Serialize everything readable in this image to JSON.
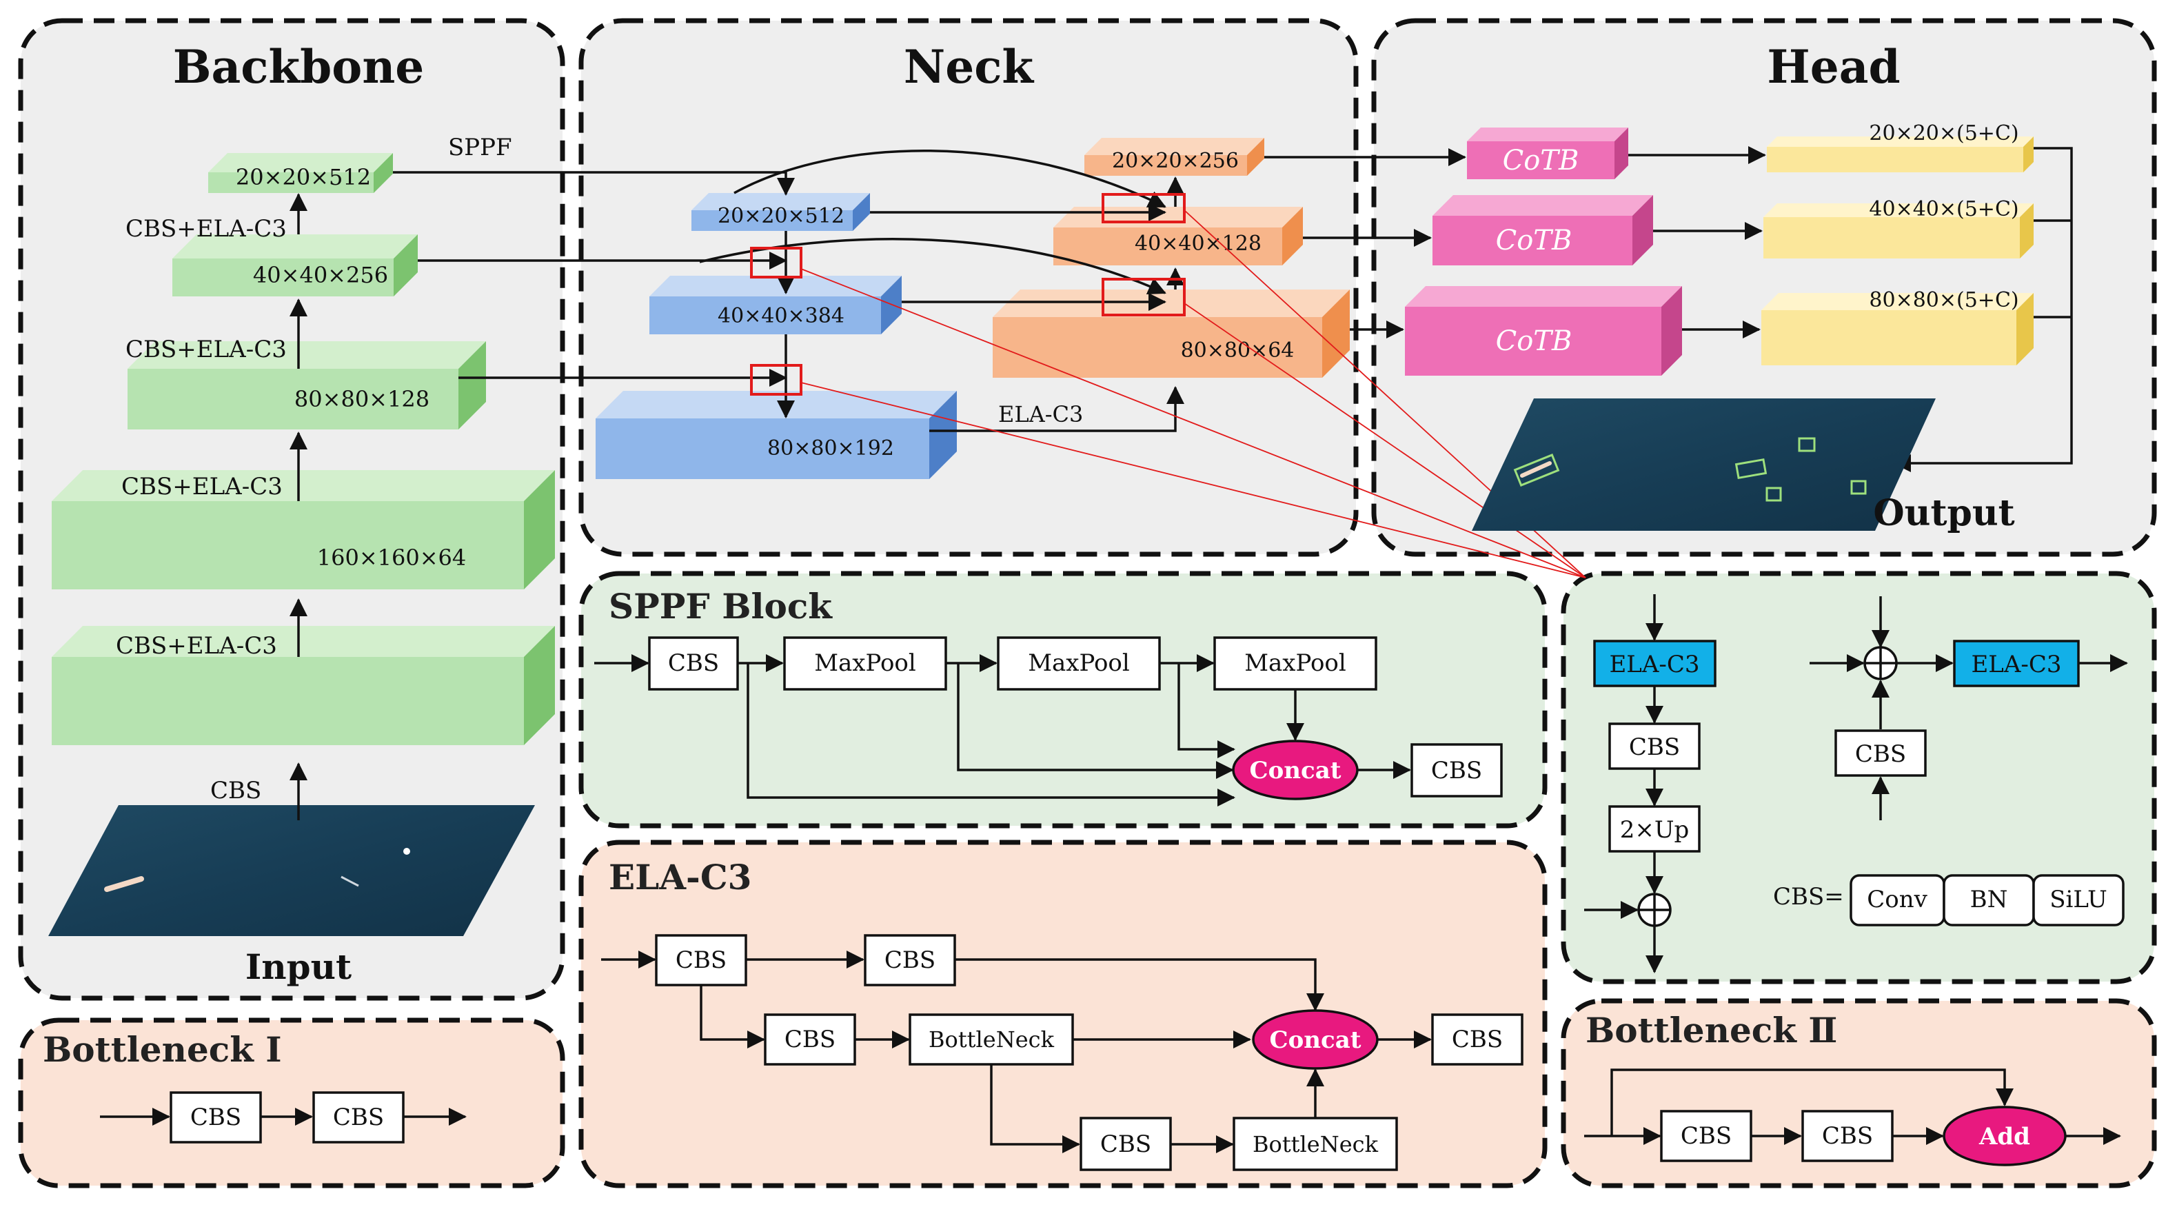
{
  "sections": {
    "backbone": "Backbone",
    "neck": "Neck",
    "head": "Head",
    "sppf_block": "SPPF Block",
    "ela_c3": "ELA-C3",
    "bottleneck_1": "Bottleneck Ⅰ",
    "bottleneck_2": "Bottleneck Ⅱ"
  },
  "backbone": {
    "layers": [
      "20×20×512",
      "40×40×256",
      "80×80×128",
      "160×160×64"
    ],
    "ops": [
      "SPPF",
      "CBS+ELA-C3",
      "CBS+ELA-C3",
      "CBS+ELA-C3",
      "CBS+ELA-C3",
      "CBS"
    ],
    "input_label": "Input"
  },
  "neck": {
    "blue_layers": [
      "20×20×512",
      "40×40×384",
      "80×80×192"
    ],
    "orange_layers": [
      "20×20×256",
      "40×40×128",
      "80×80×64"
    ],
    "ela_label": "ELA-C3"
  },
  "head": {
    "cotb": [
      "CoTB",
      "CoTB",
      "CoTB"
    ],
    "outputs": [
      "20×20×(5+C)",
      "40×40×(5+C)",
      "80×80×(5+C)"
    ],
    "output_label": "Output"
  },
  "sppf": {
    "cbs": "CBS",
    "maxpool": [
      "MaxPool",
      "MaxPool",
      "MaxPool"
    ],
    "concat": "Concat",
    "cbs_out": "CBS"
  },
  "ela_c3_block": {
    "cbs_a": "CBS",
    "cbs_b": "CBS",
    "cbs_c": "CBS",
    "bottleneck_a": "BottleNeck",
    "cbs_d": "CBS",
    "bottleneck_b": "BottleNeck",
    "concat": "Concat",
    "cbs_out": "CBS"
  },
  "detail": {
    "ela_left": "ELA-C3",
    "cbs_left": "CBS",
    "up": "2×Up",
    "ela_right": "ELA-C3",
    "cbs_right": "CBS",
    "cbs_def_label": "CBS=",
    "cbs_parts": [
      "Conv",
      "BN",
      "SiLU"
    ]
  },
  "bottleneck1": {
    "cbs": [
      "CBS",
      "CBS"
    ]
  },
  "bottleneck2": {
    "cbs": [
      "CBS",
      "CBS"
    ],
    "add": "Add"
  },
  "colors": {
    "panel_gray": "#eeeeee",
    "panel_green": "#e1eee0",
    "panel_peach": "#fbe3d6",
    "layer_green": "#b6e3b0",
    "layer_blue": "#8fb6ea",
    "layer_orange": "#f7b58a",
    "cotb": "#ee6fb6",
    "output_yellow": "#fbe79b",
    "ela_cyan": "#12b0e8",
    "concat_magenta": "#e8197f",
    "zoom_box": "#e21b1b"
  }
}
